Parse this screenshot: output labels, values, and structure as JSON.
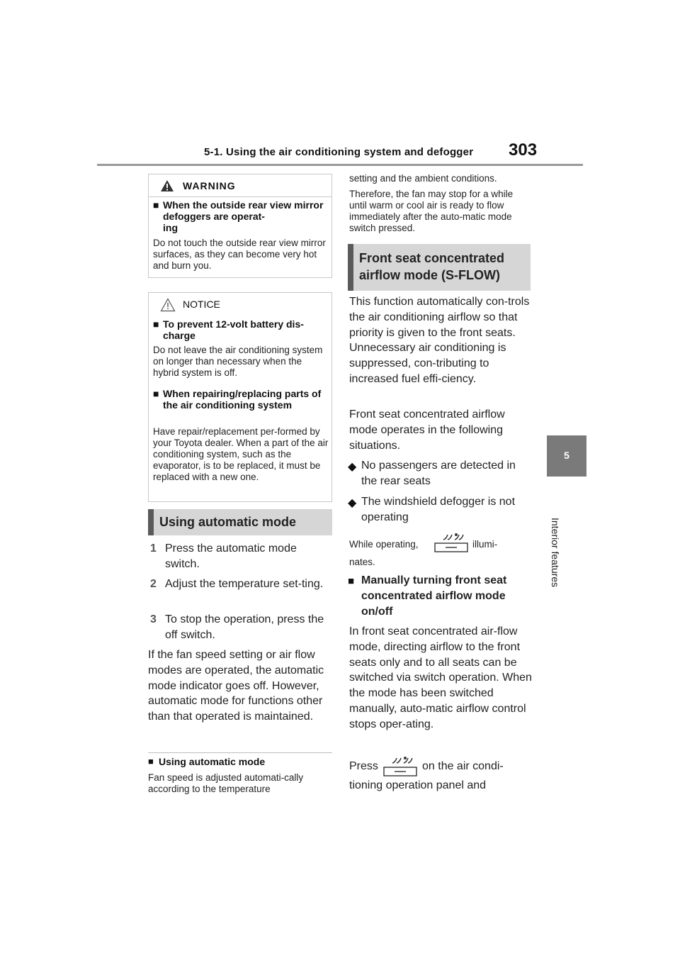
{
  "header": {
    "title": "5-1. Using the air conditioning system and defogger",
    "page_number": "303"
  },
  "chapter_tab": {
    "number": "5",
    "label": "Interior features"
  },
  "warning_box": {
    "title": "WARNING",
    "subheading": "When the outside rear view mirror defoggers are operat-\ning",
    "text": "Do not touch the outside rear view mirror surfaces, as they can become very hot and burn you."
  },
  "notice_box": {
    "title": "NOTICE",
    "sub1": "To prevent 12-volt battery dis-\ncharge",
    "text1": "Do not leave the air conditioning system on longer than necessary when the hybrid system is off.",
    "sub2": "When repairing/replacing parts of the air conditioning system",
    "text2": "Have repair/replacement per-formed by your Toyota dealer. When a part of the air conditioning system, such as the evaporator, is to be replaced, it must be replaced with a new one."
  },
  "auto_mode": {
    "heading": "Using automatic mode",
    "steps": [
      {
        "num": "1",
        "text": "Press the automatic mode switch."
      },
      {
        "num": "2",
        "text": "Adjust the temperature set-ting."
      },
      {
        "num": "3",
        "text": "To stop the operation, press the off switch."
      }
    ],
    "para": "If the fan speed setting or air flow modes are operated, the automatic mode indicator goes off. However, automatic mode for functions other than that operated is maintained.",
    "note_heading": "Using automatic mode",
    "note_text": "Fan speed is adjusted automati-cally according to the temperature"
  },
  "right_column": {
    "cont_text1": "setting and the ambient conditions.",
    "cont_text2": "Therefore, the fan may stop for a while until warm or cool air is ready to flow immediately after the auto-matic mode switch pressed.",
    "sflow_heading": "Front seat concentrated airflow mode (S-FLOW)",
    "intro": "This function automatically con-trols the air conditioning airflow so that priority is given to the front seats. Unnecessary air conditioning is suppressed, con-tributing to increased fuel effi-ciency.",
    "situations_intro": "Front seat concentrated airflow mode operates in the following situations.",
    "bullets": [
      "No passengers are detected in the rear seats",
      "The windshield defogger is not operating"
    ],
    "while_prefix": "While operating,",
    "while_suffix": "illumi-",
    "while_suffix2": "nates.",
    "manual_heading": "Manually turning front seat concentrated airflow mode on/off",
    "manual_text": "In front seat concentrated air-flow mode, directing airflow to the front seats only and to all seats can be switched via switch operation. When the mode has been switched manually, auto-matic airflow control stops oper-ating.",
    "press_prefix": "Press",
    "press_suffix": "on the air condi-",
    "press_suffix2": "tioning operation panel and"
  },
  "icons": [
    "warning-triangle-icon",
    "notice-triangle-icon",
    "sflow-switch-icon",
    "square-bullet-icon",
    "diamond-bullet-icon"
  ]
}
